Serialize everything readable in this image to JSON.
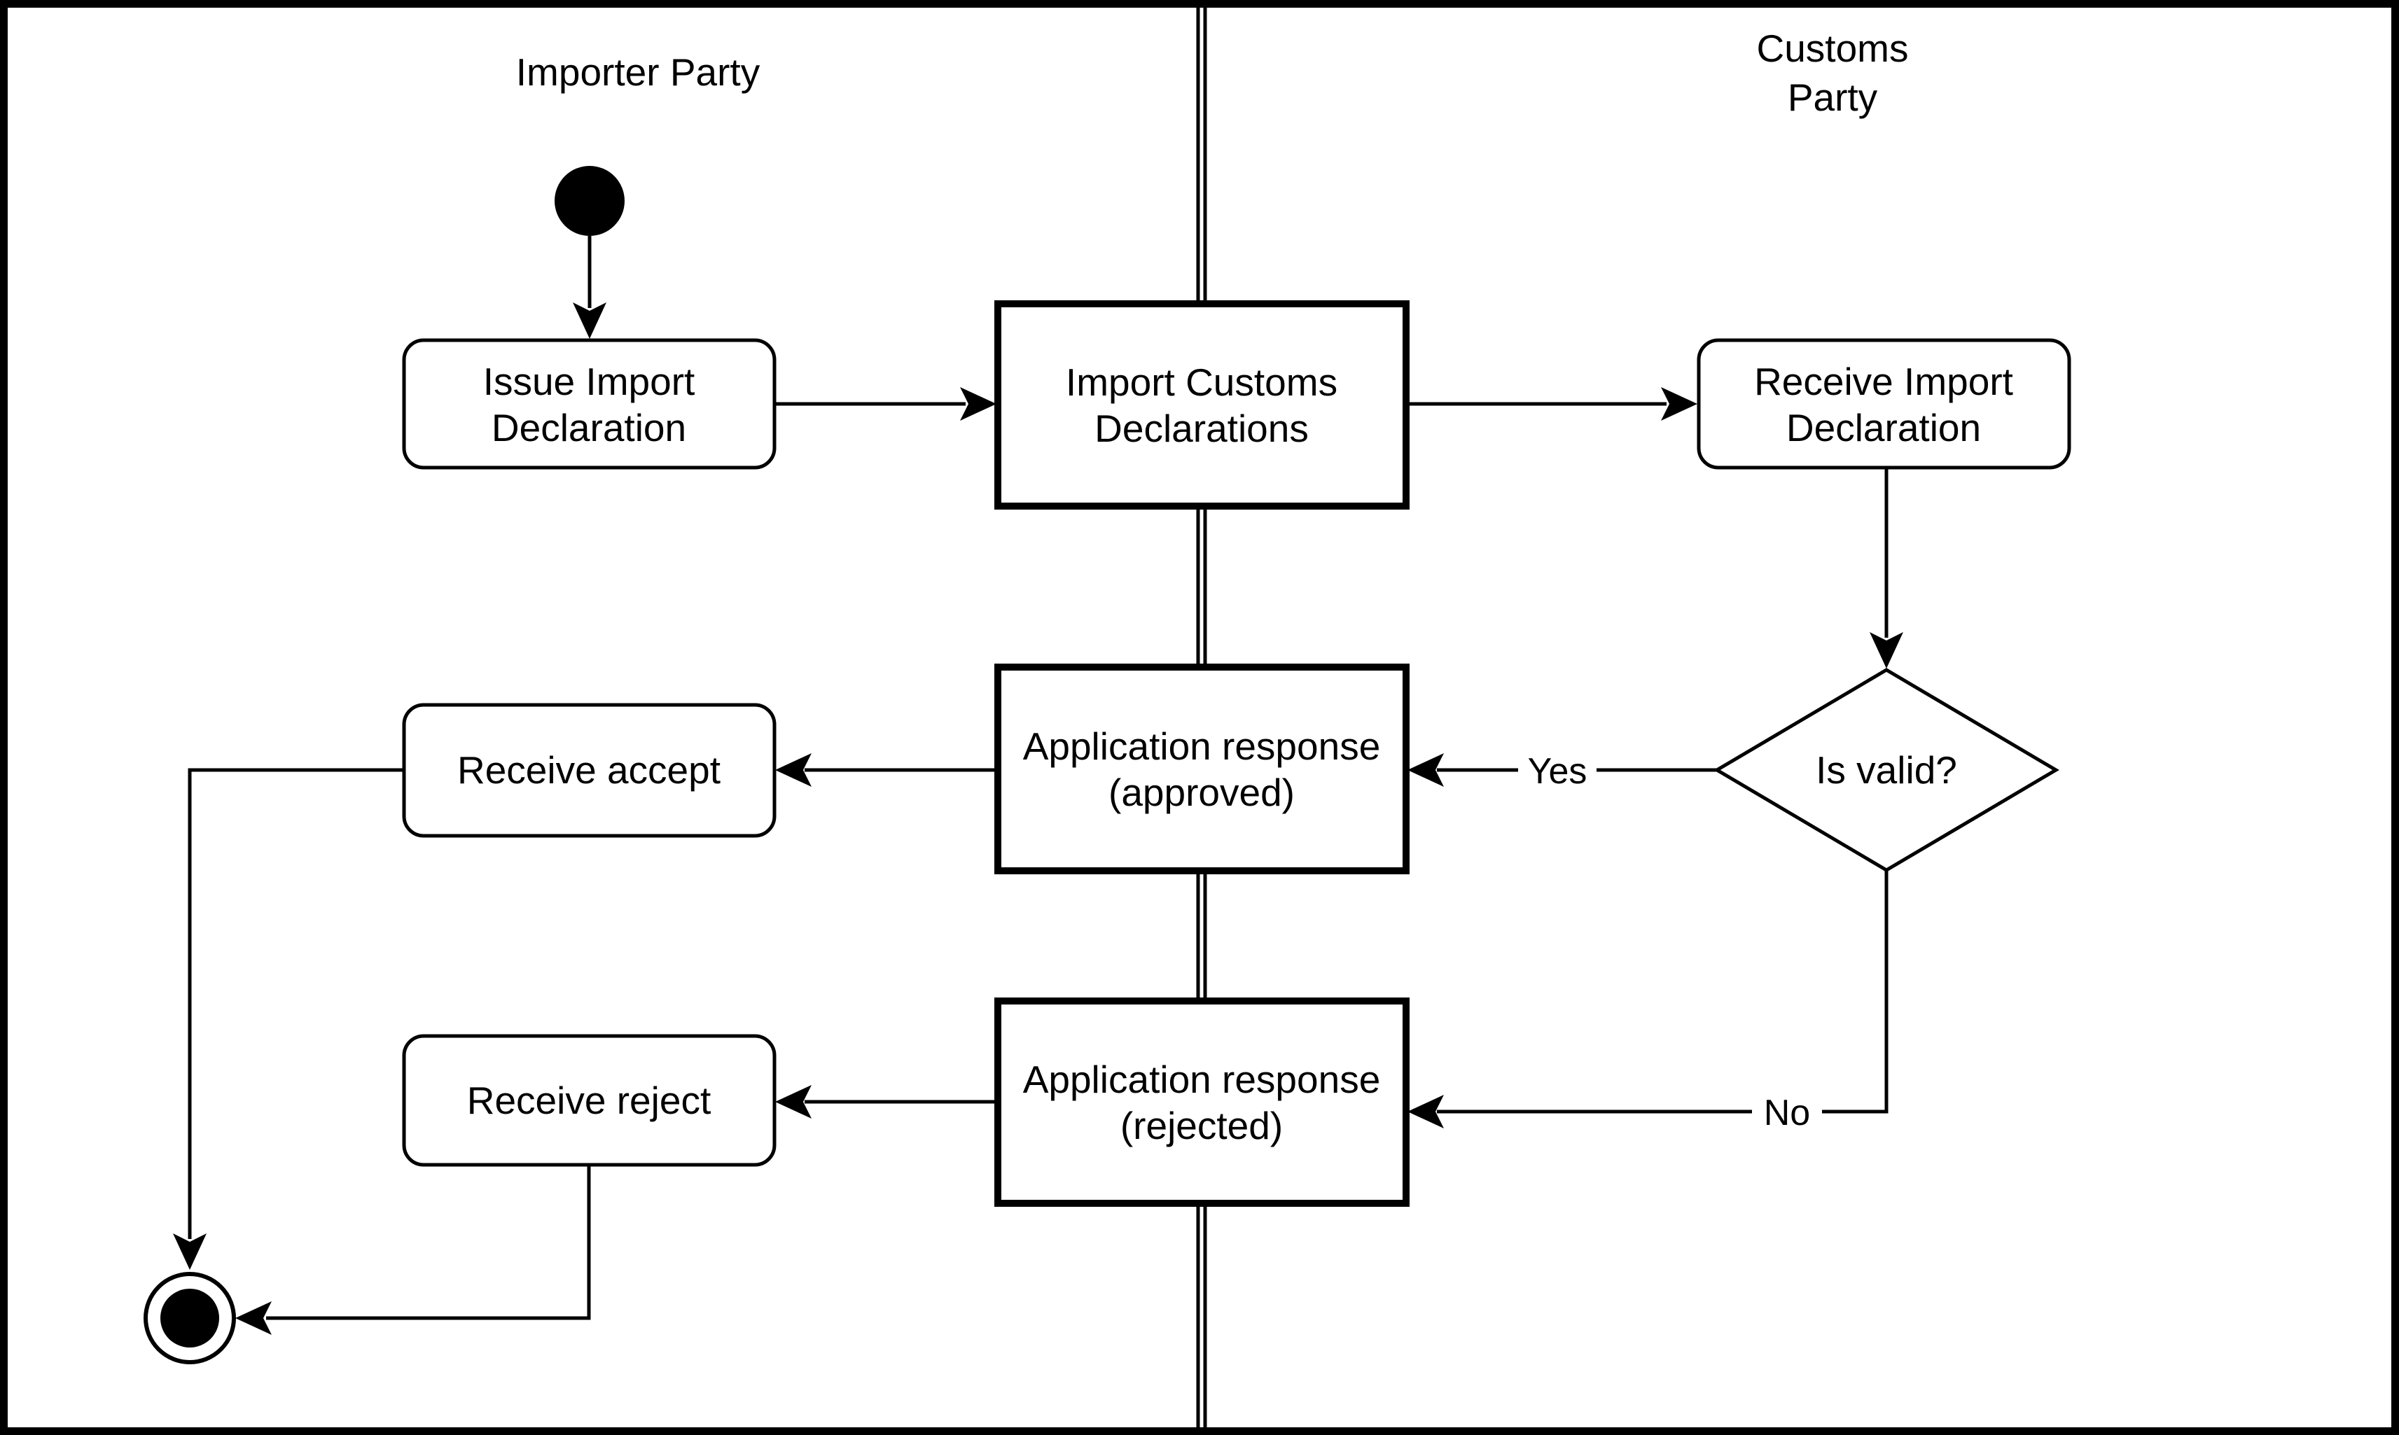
{
  "lanes": {
    "importer": {
      "title": "Importer Party"
    },
    "customs": {
      "title_line1": "Customs",
      "title_line2": "Party"
    }
  },
  "nodes": {
    "issue": {
      "line1": "Issue Import",
      "line2": "Declaration"
    },
    "import_customs": {
      "line1": "Import Customs",
      "line2": "Declarations"
    },
    "receive_import": {
      "line1": "Receive Import",
      "line2": "Declaration"
    },
    "decision": {
      "label": "Is valid?"
    },
    "approved": {
      "line1": "Application response",
      "line2": "(approved)"
    },
    "receive_accept": {
      "label": "Receive accept"
    },
    "rejected": {
      "line1": "Application response",
      "line2": "(rejected)"
    },
    "receive_reject": {
      "label": "Receive reject"
    }
  },
  "edges": {
    "yes_label": "Yes",
    "no_label": "No"
  },
  "colors": {
    "stroke": "#000000",
    "fill": "#ffffff",
    "background": "#ffffff"
  }
}
